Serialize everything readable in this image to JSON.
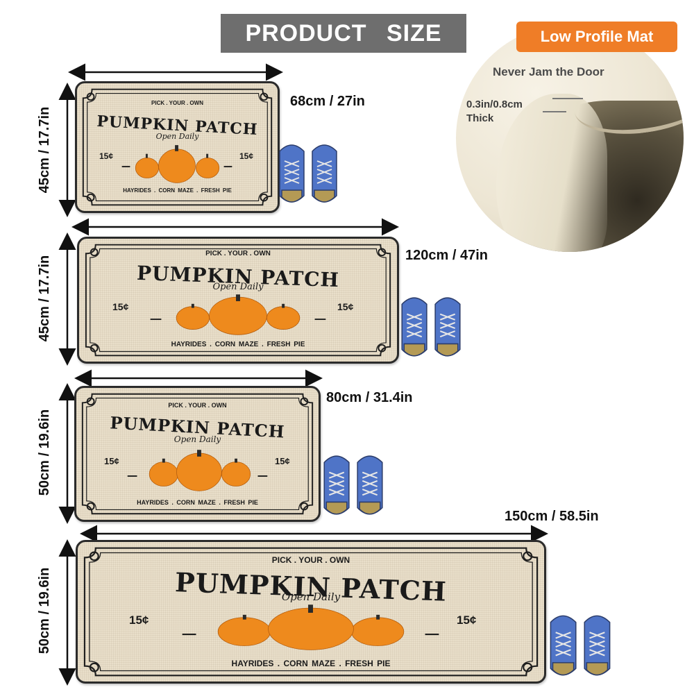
{
  "header": {
    "title": "PRODUCT   SIZE"
  },
  "inset": {
    "badge": "Low Profile Mat",
    "caption": "Never Jam the Door",
    "thickness_line1": "0.3in/0.8cm",
    "thickness_line2": "Thick"
  },
  "mat_text": {
    "pick": "PICK . YOUR . OWN",
    "title": "PUMPKIN PATCH",
    "subtitle": "Open Daily",
    "price": "15¢",
    "footer": "HAYRIDES  .  CORN MAZE  .  FRESH PIE"
  },
  "mats": [
    {
      "width_label": "68cm / 27in",
      "height_label": "45cm / 17.7in"
    },
    {
      "width_label": "120cm / 47in",
      "height_label": "45cm / 17.7in"
    },
    {
      "width_label": "80cm / 31.4in",
      "height_label": "50cm / 19.6in"
    },
    {
      "width_label": "150cm / 58.5in",
      "height_label": "50cm / 19.6in"
    }
  ],
  "colors": {
    "pumpkin": "#ee8a1d",
    "pumpkin_dark": "#c96a10",
    "mat_bg": "#e9dfca",
    "shoe_blue": "#4f74c7",
    "badge": "#ef7d27"
  }
}
